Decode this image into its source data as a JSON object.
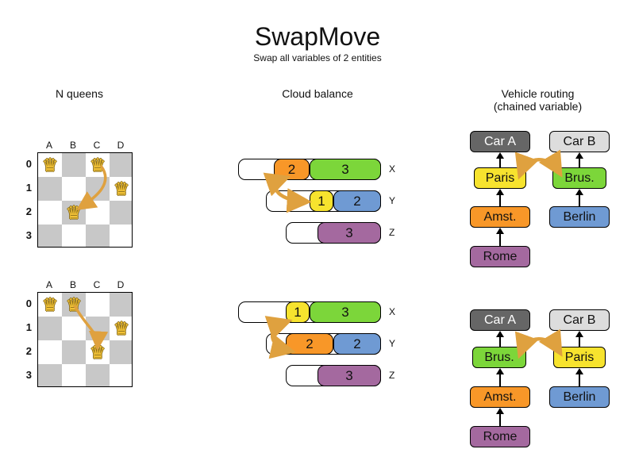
{
  "title": "SwapMove",
  "subtitle": "Swap all variables of 2 entities",
  "columns": {
    "nqueens": "N queens",
    "cloud": "Cloud balance",
    "vehicle_line1": "Vehicle routing",
    "vehicle_line2": "(chained variable)"
  },
  "icons": {
    "queen": "♛"
  },
  "board": {
    "col_labels": [
      "A",
      "B",
      "C",
      "D"
    ],
    "row_labels": [
      "0",
      "1",
      "2",
      "3"
    ],
    "before_queens": [
      "A0",
      "C0",
      "D1",
      "B2"
    ],
    "after_queens": [
      "A0",
      "B0",
      "D1",
      "C2"
    ],
    "swap_before": "C0 ↔ B2",
    "swap_after": "B0 ↔ C2"
  },
  "cloud": {
    "before": {
      "rows": [
        {
          "label": "X",
          "processes": [
            {
              "value": "2",
              "color": "orange"
            },
            {
              "value": "3",
              "color": "green"
            }
          ]
        },
        {
          "label": "Y",
          "processes": [
            {
              "value": "1",
              "color": "yellow"
            },
            {
              "value": "2",
              "color": "blue"
            }
          ]
        },
        {
          "label": "Z",
          "processes": [
            {
              "value": "3",
              "color": "purple"
            }
          ]
        }
      ]
    },
    "after": {
      "rows": [
        {
          "label": "X",
          "processes": [
            {
              "value": "1",
              "color": "yellow"
            },
            {
              "value": "3",
              "color": "green"
            }
          ]
        },
        {
          "label": "Y",
          "processes": [
            {
              "value": "2",
              "color": "orange"
            },
            {
              "value": "2",
              "color": "blue"
            }
          ]
        },
        {
          "label": "Z",
          "processes": [
            {
              "value": "3",
              "color": "purple"
            }
          ]
        }
      ]
    }
  },
  "vehicle": {
    "before": {
      "cars": [
        "Car A",
        "Car B"
      ],
      "chain_a": [
        "Paris",
        "Amst.",
        "Rome"
      ],
      "chain_b": [
        "Brus.",
        "Berlin"
      ]
    },
    "after": {
      "cars": [
        "Car A",
        "Car B"
      ],
      "chain_a": [
        "Brus.",
        "Amst.",
        "Rome"
      ],
      "chain_b": [
        "Paris",
        "Berlin"
      ]
    }
  },
  "colors": {
    "orange": "#f89728",
    "green": "#7cd63a",
    "yellow": "#f7e32e",
    "blue": "#6f9ad3",
    "purple": "#a4699f",
    "car_a": "#666666",
    "car_b": "#dddddd",
    "swap_arrow": "#dfa13f",
    "board_gray": "#c8c8c8"
  }
}
